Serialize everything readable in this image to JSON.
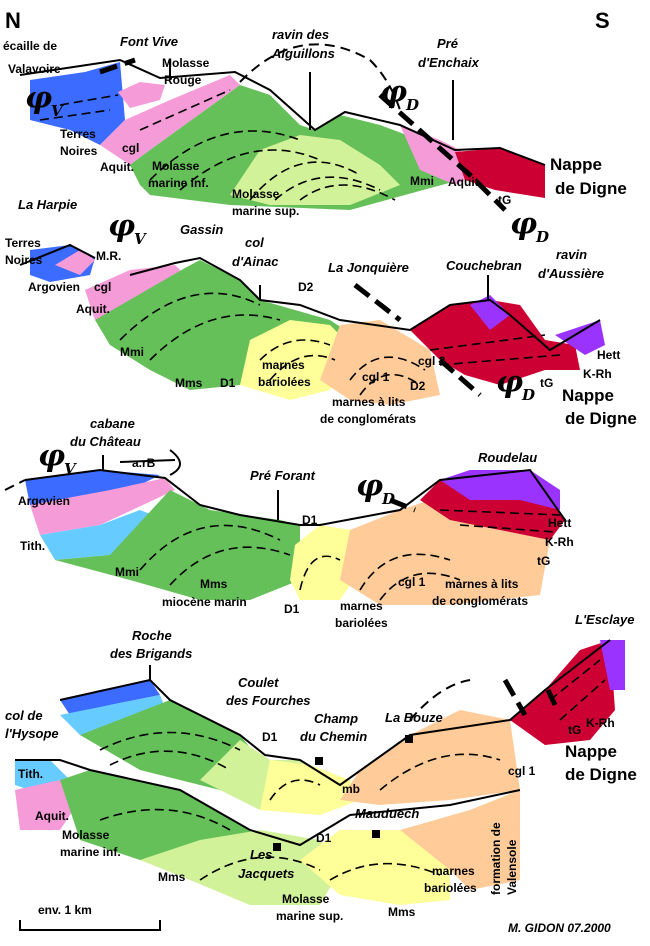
{
  "header": {
    "north": "N",
    "south": "S"
  },
  "colors": {
    "ecaille": "#3b6cff",
    "pink": "#f59bd8",
    "green": "#66c05a",
    "light_green": "#d2f29a",
    "yellow": "#ffff99",
    "peach": "#ffcc99",
    "nappe": "#cc0033",
    "purple": "#9b33ff",
    "light_blue": "#66ccff"
  },
  "section1": {
    "ecaille": "écaille de",
    "valavoire": "Valavoire",
    "phi_v": "φ",
    "v": "V",
    "phi_d": "φ",
    "d": "D",
    "phi_d2": "φ",
    "d2": "D",
    "font_vive": "Font Vive",
    "molasse": "Molasse",
    "rouge": "Rouge",
    "ravin": "ravin des",
    "aiguillons": "Aiguillons",
    "pre": "Pré",
    "enchaix": "d'Enchaix",
    "terres": "Terres",
    "noires": "Noires",
    "cgl": "cgl",
    "aquit": "Aquit.",
    "molasse_marine": "Molasse",
    "marine_inf": "marine inf.",
    "molasse_sup": "Molasse",
    "marine_sup": "marine sup.",
    "mmi": "Mmi",
    "aquit2": "Aquit.",
    "tg": "tG",
    "nappe": "Nappe",
    "de_digne": "de Digne"
  },
  "section2": {
    "la_harpie": "La Harpie",
    "phi_v": "φ",
    "v": "V",
    "terres": "Terres",
    "noires": "Noires",
    "mr": "M.R.",
    "argovien": "Argovien",
    "cgl": "cgl",
    "aquit": "Aquit.",
    "mmi": "Mmi",
    "mms": "Mms",
    "d1": "D1",
    "gassin": "Gassin",
    "col": "col",
    "ainac": "d'Ainac",
    "d2": "D2",
    "jonquiere": "La Jonquière",
    "couchebran": "Couchebran",
    "ravin": "ravin",
    "aussiere": "d'Aussière",
    "marnes": "marnes",
    "bariolees": "bariolées",
    "marnes_lits": "marnes à lits",
    "conglo": "de conglomérats",
    "cgl1": "cgl 1",
    "cgl2": "cgl 2",
    "d2b": "D2",
    "phi_d": "φ",
    "d": "D",
    "tg": "tG",
    "hett": "Hett",
    "krh": "K-Rh",
    "nappe": "Nappe",
    "de_digne": "de Digne"
  },
  "section3": {
    "phi_v": "φ",
    "v": "V",
    "cabane": "cabane",
    "chateau": "du Château",
    "arb": "a.rB",
    "argovien": "Argovien",
    "tith": "Tith.",
    "mmi": "Mmi",
    "mms": "Mms",
    "miocene": "miocène marin",
    "pre_forant": "Pré Forant",
    "d1": "D1",
    "d1b": "D1",
    "marnes": "marnes",
    "bariolees": "bariolées",
    "cgl1": "cgl 1",
    "marnes_lits": "marnes à lits",
    "conglo": "de conglomérats",
    "phi_d": "φ",
    "d": "D",
    "roudelau": "Roudelau",
    "hett": "Hett",
    "krh": "K-Rh",
    "tg": "tG"
  },
  "section4": {
    "roche": "Roche",
    "brigands": "des Brigands",
    "esclaye": "L'Esclaye",
    "coulet": "Coulet",
    "fourches": "des Fourches",
    "d1": "D1",
    "champ": "Champ",
    "chemin": "du Chemin",
    "la_bouze": "La Bouze",
    "col": "col de",
    "hysope": "l'Hysope",
    "tith": "Tith.",
    "aquit": "Aquit.",
    "mb": "mb",
    "cgl1": "cgl 1",
    "tg": "tG",
    "krh": "K-Rh",
    "nappe": "Nappe",
    "de_digne": "de Digne",
    "mauduech": "Mauduech",
    "d1b": "D1",
    "molasse": "Molasse",
    "marine_inf": "marine inf.",
    "mms": "Mms",
    "les": "Les",
    "jacquets": "Jacquets",
    "marnes": "marnes",
    "bariolees": "bariolées",
    "formation": "formation de",
    "valensole": "Valensole",
    "molasse_sup": "Molasse",
    "marine_sup": "marine sup.",
    "mms2": "Mms"
  },
  "footer": {
    "scale": "env. 1 km",
    "author": "M. GIDON 07.2000"
  }
}
